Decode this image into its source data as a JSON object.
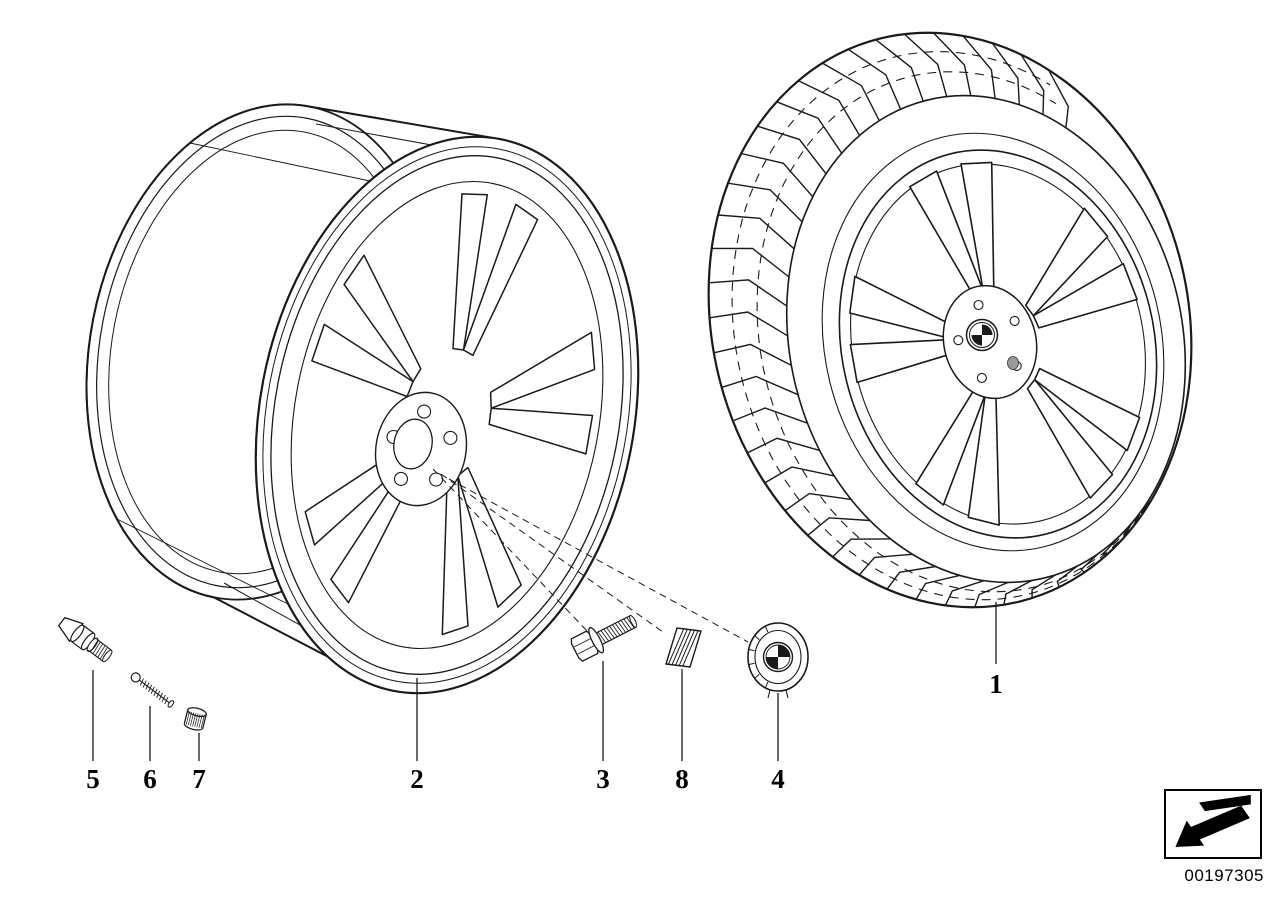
{
  "diagram": {
    "description": "Exploded parts line drawing: light-alloy wheel, wheel with tire, valve, screw, cap, wheel bolt, tag, hub cap",
    "callouts": [
      {
        "label": "1"
      },
      {
        "label": "2"
      },
      {
        "label": "3"
      },
      {
        "label": "4"
      },
      {
        "label": "5"
      },
      {
        "label": "6"
      },
      {
        "label": "7"
      },
      {
        "label": "8"
      }
    ]
  },
  "footer": {
    "doc_number": "00197305",
    "nav_icon": "back-arrow-icon"
  },
  "colors": {
    "background": "#ffffff",
    "line": "#1a1a1a"
  }
}
